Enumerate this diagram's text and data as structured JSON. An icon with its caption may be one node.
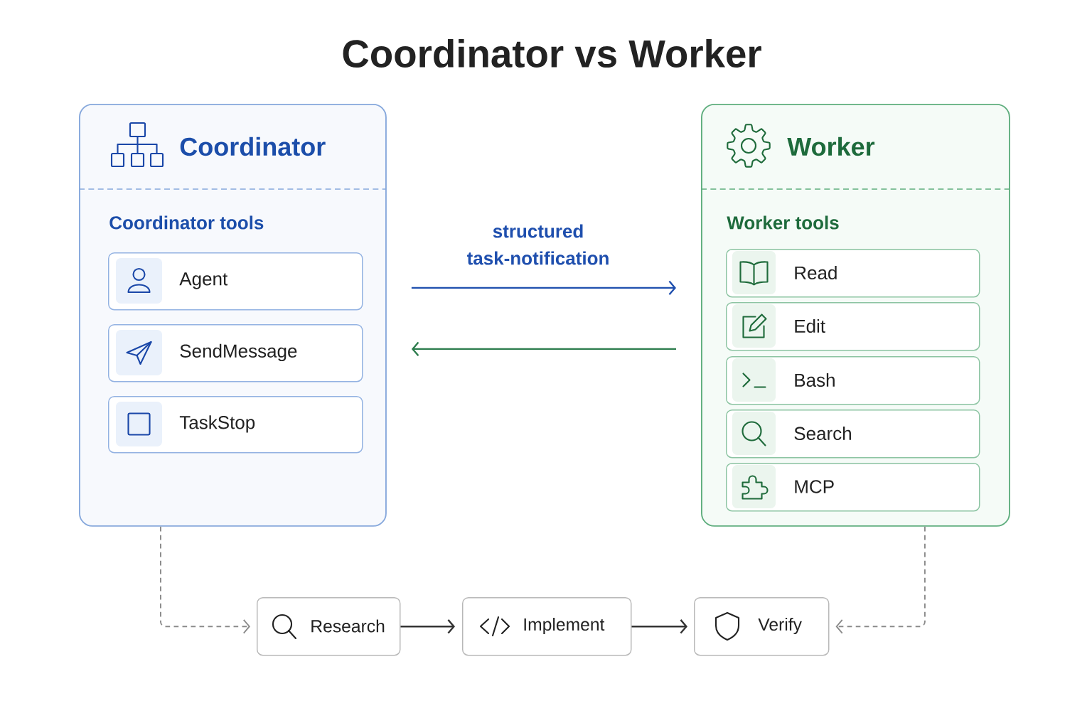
{
  "diagram": {
    "title": "Coordinator vs Worker",
    "nodes": [
      {
        "text": [
          "Coordinator",
          "Coordinator tools"
        ]
      },
      {
        "text": [
          "Agent"
        ],
        "in": 0
      },
      {
        "text": [
          "SendMessage"
        ],
        "in": 0
      },
      {
        "text": [
          "TaskStop"
        ],
        "in": 0
      },
      {
        "text": [
          "Worker",
          "Worker tools"
        ]
      },
      {
        "text": [
          "Read"
        ],
        "in": 4
      },
      {
        "text": [
          "Edit"
        ],
        "in": 4
      },
      {
        "text": [
          "Bash"
        ],
        "in": 4
      },
      {
        "text": [
          "Search"
        ],
        "in": 4
      },
      {
        "text": [
          "MCP"
        ],
        "in": 4
      },
      {
        "text": [
          "Research"
        ]
      },
      {
        "text": [
          "Implement"
        ]
      },
      {
        "text": [
          "Verify"
        ]
      }
    ],
    "edges": [
      {
        "from": 0,
        "to": 4,
        "arrow": "to",
        "label": "structured task-notification",
        "color": "#1f4fae"
      },
      {
        "from": 4,
        "to": 0,
        "arrow": "to",
        "color": "#2e7d4e"
      },
      {
        "from": 0,
        "to": 10,
        "arrow": "to",
        "style": "dashed",
        "color": "#8a8a8a"
      },
      {
        "from": 10,
        "to": 11,
        "arrow": "to"
      },
      {
        "from": 11,
        "to": 12,
        "arrow": "to"
      },
      {
        "from": 4,
        "to": 12,
        "arrow": "to",
        "style": "dashed",
        "color": "#8a8a8a"
      }
    ]
  }
}
